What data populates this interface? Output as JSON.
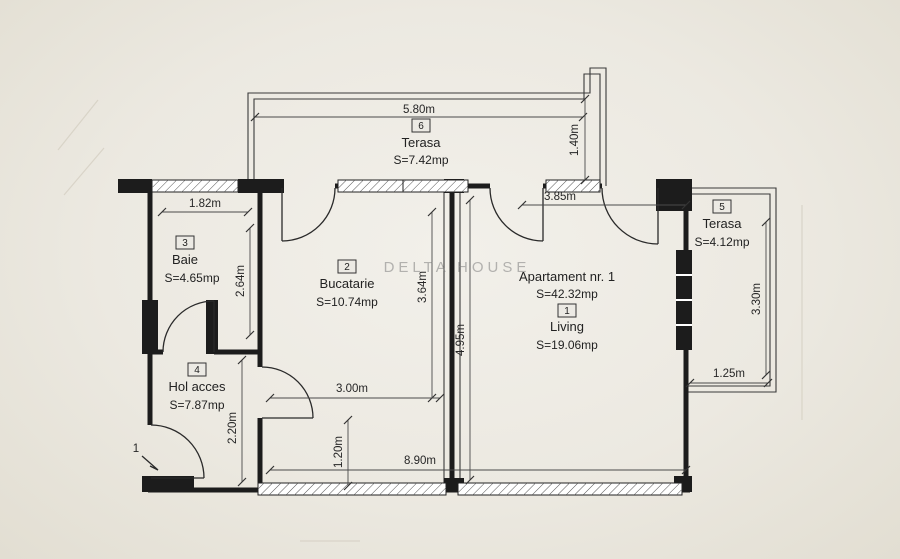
{
  "watermark": "DELTA HOUSE",
  "apartment": {
    "label": "Apartament nr. 1",
    "area": "S=42.32mp"
  },
  "rooms": {
    "living": {
      "number": "1",
      "name": "Living",
      "area": "S=19.06mp"
    },
    "bucatarie": {
      "number": "2",
      "name": "Bucatarie",
      "area": "S=10.74mp"
    },
    "baie": {
      "number": "3",
      "name": "Baie",
      "area": "S=4.65mp"
    },
    "hol": {
      "number": "4",
      "name": "Hol acces",
      "area": "S=7.87mp"
    },
    "terasa5": {
      "number": "5",
      "name": "Terasa",
      "area": "S=4.12mp"
    },
    "terasa6": {
      "number": "6",
      "name": "Terasa",
      "area": "S=7.42mp"
    }
  },
  "dims": {
    "top_terrace_width": "5.80m",
    "top_terrace_depth": "1.40m",
    "baie_width": "1.82m",
    "living_width": "3.85m",
    "baie_height": "2.64m",
    "bucatarie_height": "3.64m",
    "apartment_depth": "4.95m",
    "terasa5_height": "3.30m",
    "bucatarie_width": "3.00m",
    "terasa5_width": "1.25m",
    "hol_height": "2.20m",
    "hall_width": "1.20m",
    "total_width": "8.90m",
    "entrance_mark": "1"
  }
}
